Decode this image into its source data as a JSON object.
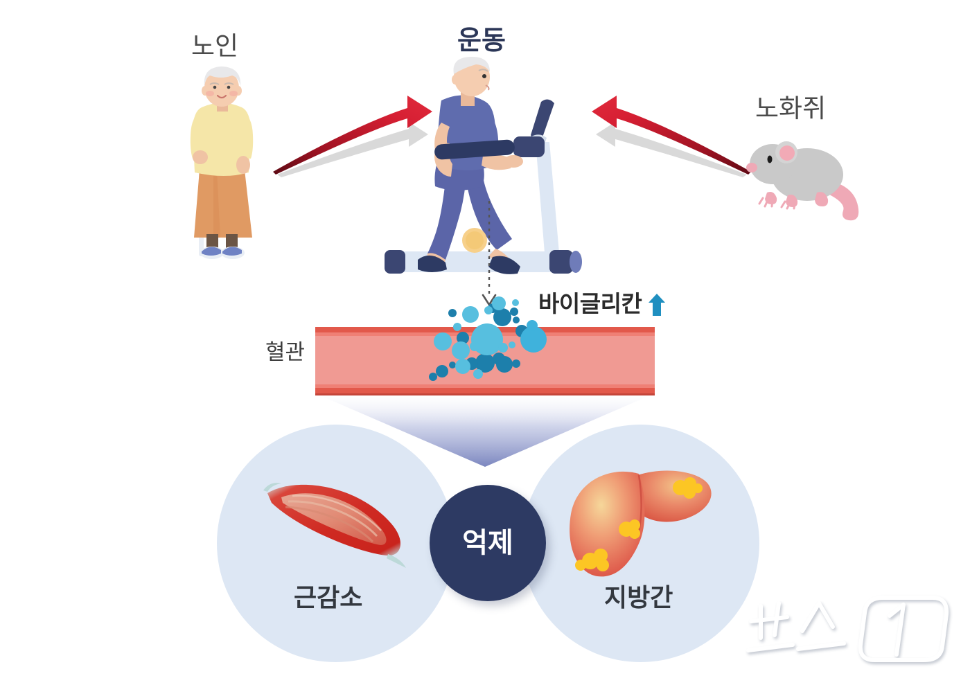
{
  "labels": {
    "elderly": "노인",
    "exercise": "운동",
    "aging_mouse": "노화쥐",
    "blood_vessel": "혈관",
    "biglycan": "바이글리칸",
    "suppress": "억제",
    "sarcopenia": "근감소",
    "fatty_liver": "지방간"
  },
  "icons": {
    "biglycan_trend": "arrow-up-icon",
    "flow_left": "curved-arrow-right-icon",
    "flow_right": "curved-arrow-left-icon",
    "convergence": "down-triangle-icon",
    "secretion_path": "dotted-down-arrow-icon"
  },
  "watermark": {
    "text": "뉴스1"
  },
  "colors": {
    "accent_red": "#c9172c",
    "arrow_shadow_gray": "#d8d8d8",
    "exercise_navy": "#2b3657",
    "biglycan_arrow_blue": "#1f8fc0",
    "vessel_wall": "#e2594b",
    "vessel_inner": "#f09a93",
    "molecule_light": "#57bfdf",
    "molecule_dark": "#1d7fab",
    "circle_bg": "#dde7f4",
    "suppress_circle": "#2d3a63",
    "text_dark": "#33383f",
    "triangle_gradient_bottom": "#7b86bf",
    "muscle_red": "#cf2a22",
    "liver_red": "#e06a5b",
    "liver_fat_yellow": "#fcc624",
    "mouse_gray": "#c9c9c9",
    "mouse_pink": "#f2aab6",
    "treadmill_navy": "#3b4672",
    "treadmill_light": "#dde7f4",
    "man_shirt": "#5f6cae",
    "man_pants": "#5b65a8",
    "woman_sweater": "#f5e6a8",
    "woman_skirt": "#e09a63",
    "thigh_marker": "#f7d08a"
  },
  "diagram": {
    "flow": [
      {
        "from": "elderly",
        "to": "exercise"
      },
      {
        "from": "aging_mouse",
        "to": "exercise"
      },
      {
        "from": "exercise",
        "to": "blood_vessel"
      },
      {
        "from": "blood_vessel",
        "to": "suppress"
      },
      {
        "from": "suppress",
        "to": "sarcopenia"
      },
      {
        "from": "suppress",
        "to": "fatty_liver"
      }
    ]
  }
}
